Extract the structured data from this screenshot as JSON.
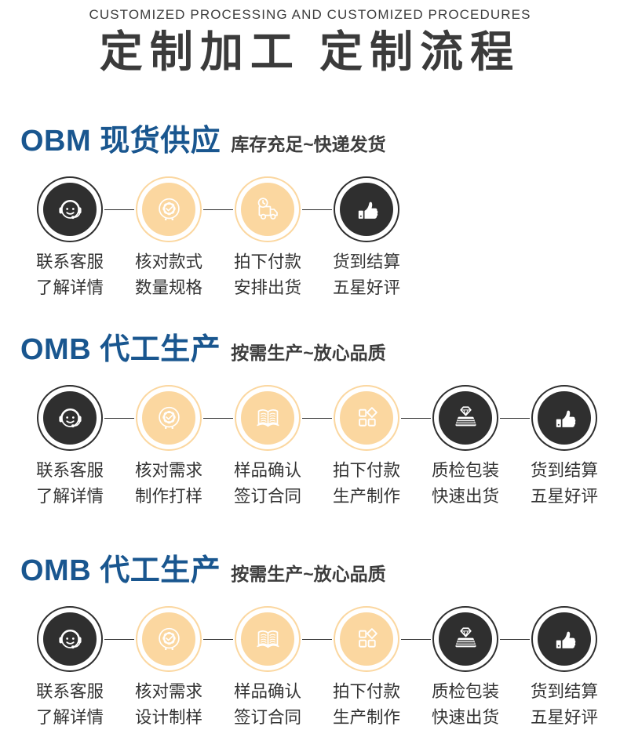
{
  "header": {
    "eyebrow": "CUSTOMIZED PROCESSING AND CUSTOMIZED PROCEDURES",
    "title": "定制加工 定制流程"
  },
  "colors": {
    "accent_blue": "#19568f",
    "circle_dark": "#2f2f2f",
    "circle_beige": "#fbd7a0",
    "text": "#3a3a3a"
  },
  "sections": [
    {
      "title": "OBM 现货供应",
      "subtitle": "库存充足~快递发货",
      "steps": [
        {
          "icon": "customer-service-icon",
          "style": "dark",
          "line1": "联系客服",
          "line2": "了解详情"
        },
        {
          "icon": "badge-check-icon",
          "style": "beige",
          "line1": "核对款式",
          "line2": "数量规格"
        },
        {
          "icon": "delivery-truck-icon",
          "style": "beige",
          "line1": "拍下付款",
          "line2": "安排出货"
        },
        {
          "icon": "thumbs-up-icon",
          "style": "dark",
          "line1": "货到结算",
          "line2": "五星好评"
        }
      ]
    },
    {
      "title": "OMB 代工生产",
      "subtitle": "按需生产~放心品质",
      "steps": [
        {
          "icon": "customer-service-icon",
          "style": "dark",
          "line1": "联系客服",
          "line2": "了解详情"
        },
        {
          "icon": "badge-check-icon",
          "style": "beige",
          "line1": "核对需求",
          "line2": "制作打样"
        },
        {
          "icon": "open-book-icon",
          "style": "beige",
          "line1": "样品确认",
          "line2": "签订合同"
        },
        {
          "icon": "grid-shapes-icon",
          "style": "beige",
          "line1": "拍下付款",
          "line2": "生产制作"
        },
        {
          "icon": "diamond-stack-icon",
          "style": "dark",
          "line1": "质检包装",
          "line2": "快速出货"
        },
        {
          "icon": "thumbs-up-icon",
          "style": "dark",
          "line1": "货到结算",
          "line2": "五星好评"
        }
      ]
    },
    {
      "title": "OMB 代工生产",
      "subtitle": "按需生产~放心品质",
      "steps": [
        {
          "icon": "customer-service-icon",
          "style": "dark",
          "line1": "联系客服",
          "line2": "了解详情"
        },
        {
          "icon": "badge-check-icon",
          "style": "beige",
          "line1": "核对需求",
          "line2": "设计制样"
        },
        {
          "icon": "open-book-icon",
          "style": "beige",
          "line1": "样品确认",
          "line2": "签订合同"
        },
        {
          "icon": "grid-shapes-icon",
          "style": "beige",
          "line1": "拍下付款",
          "line2": "生产制作"
        },
        {
          "icon": "diamond-stack-icon",
          "style": "dark",
          "line1": "质检包装",
          "line2": "快速出货"
        },
        {
          "icon": "thumbs-up-icon",
          "style": "dark",
          "line1": "货到结算",
          "line2": "五星好评"
        }
      ]
    }
  ]
}
